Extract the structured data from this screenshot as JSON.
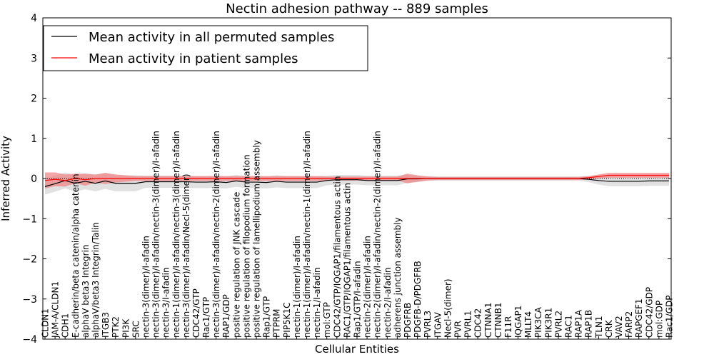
{
  "chart_data": {
    "type": "line",
    "title": "Nectin adhesion pathway -- 889 samples",
    "xlabel": "Cellular Entities",
    "ylabel": "Inferred Activity",
    "ylim": [
      -4,
      4
    ],
    "yticks": [
      -4,
      -3,
      -2,
      -1,
      0,
      1,
      2,
      3,
      4
    ],
    "grid": false,
    "legend_position": "top-left",
    "categories": [
      "CLDN1",
      "JAM-A/CLDN1",
      "CDH1",
      "E-cadherin/beta catenin/alpha catenin",
      "alphaV beta3 Integrin",
      "alphaV/beta3 Integrin/Talin",
      "ITGB3",
      "PTK2",
      "PI3K",
      "SRC",
      "nectin-3(dimer)/I-afadin",
      "nectin-3(dimer)/I-afadin/nectin-3(dimer)/I-afadin",
      "nectin-3/I-afadin",
      "nectin-1(dimer)/I-afadin/nectin-3(dimer)/I-afadin",
      "nectin-3(dimer)/I-afadin/Necl-5(dimer)",
      "CDC42/GTP",
      "Rac1/GTP",
      "nectin-3(dimer)/I-afadin/nectin-2(dimer)/I-afadin",
      "RAP1/GDP",
      "positive regulation of JNK cascade",
      "positive regulation of filopodium formation",
      "positive regulation of lamellipodium assembly",
      "Rap1/GTP",
      "PTPRM",
      "PIP5K1C",
      "nectin-1(dimer)/I-afadin",
      "nectin-1(dimer)/I-afadin/nectin-1(dimer)/I-afadin",
      "nectin-1/I-afadin",
      "mol:GTP",
      "CDC42/GTP/IQGAP1/filamentous actin",
      "RAC1/GTP/IQGAP1/filamentous actin",
      "Rap1/GTP/I-afadin",
      "nectin-2(dimer)/I-afadin",
      "nectin-2(dimer)/I-afadin/nectin-2(dimer)/I-afadin",
      "nectin-2/I-afadin",
      "adherens junction assembly",
      "PDGFRB",
      "PDGFB-D/PDGFRB",
      "PVRL3",
      "ITGAV",
      "Necl-5(dimer)",
      "PVR",
      "PVRL1",
      "CDC42",
      "CTNNA1",
      "CTNNB1",
      "F11R",
      "IQGAP1",
      "MLLT4",
      "PIK3CA",
      "PIK3R1",
      "PVRL2",
      "RAC1",
      "RAP1A",
      "RAP1B",
      "TLN1",
      "CRK",
      "VAV2",
      "FARP2",
      "RAPGEF1",
      "CDC42/GDP",
      "mol:GDP",
      "Rac1/GDP"
    ],
    "series": [
      {
        "name": "Mean activity in all permuted samples",
        "color": "#000000",
        "band_color": "#c8c8c8",
        "values": [
          -0.2,
          -0.13,
          -0.05,
          -0.12,
          -0.07,
          -0.12,
          -0.06,
          -0.12,
          -0.12,
          -0.12,
          -0.08,
          -0.08,
          -0.08,
          -0.08,
          -0.08,
          -0.09,
          -0.09,
          -0.08,
          -0.1,
          -0.06,
          -0.09,
          -0.09,
          -0.1,
          -0.07,
          -0.09,
          -0.09,
          -0.09,
          -0.09,
          -0.05,
          -0.03,
          -0.03,
          -0.03,
          -0.05,
          -0.05,
          -0.05,
          -0.05,
          -0.01,
          -0.01,
          0.0,
          0.0,
          0.0,
          0.0,
          0.0,
          0.0,
          0.0,
          0.0,
          0.0,
          0.0,
          0.0,
          0.0,
          0.0,
          0.0,
          0.0,
          0.0,
          -0.02,
          -0.05,
          -0.07,
          -0.07,
          -0.07,
          -0.07,
          -0.06,
          -0.06,
          -0.06
        ],
        "band_half_width": [
          0.2,
          0.2,
          0.2,
          0.2,
          0.2,
          0.2,
          0.2,
          0.2,
          0.2,
          0.2,
          0.15,
          0.15,
          0.15,
          0.15,
          0.15,
          0.15,
          0.15,
          0.15,
          0.15,
          0.15,
          0.15,
          0.15,
          0.15,
          0.15,
          0.15,
          0.15,
          0.15,
          0.15,
          0.12,
          0.12,
          0.12,
          0.12,
          0.12,
          0.12,
          0.12,
          0.12,
          0.1,
          0.08,
          0.06,
          0.05,
          0.05,
          0.05,
          0.05,
          0.05,
          0.05,
          0.05,
          0.05,
          0.05,
          0.05,
          0.05,
          0.05,
          0.05,
          0.05,
          0.05,
          0.07,
          0.1,
          0.12,
          0.12,
          0.12,
          0.12,
          0.12,
          0.12,
          0.12
        ]
      },
      {
        "name": "Mean activity in patient samples",
        "color": "#ff0000",
        "band_color": "#f08080",
        "values": [
          -0.05,
          -0.02,
          -0.05,
          0.0,
          -0.03,
          0.0,
          0.0,
          0.0,
          0.0,
          0.0,
          0.0,
          0.0,
          0.0,
          0.0,
          0.0,
          0.0,
          0.0,
          0.0,
          0.0,
          0.0,
          0.0,
          0.0,
          0.0,
          0.0,
          0.0,
          0.0,
          0.0,
          0.0,
          0.0,
          0.0,
          0.0,
          0.0,
          0.0,
          0.0,
          0.0,
          0.0,
          0.0,
          0.0,
          0.0,
          0.0,
          0.0,
          0.0,
          0.0,
          0.0,
          0.0,
          0.0,
          0.0,
          0.0,
          0.0,
          0.0,
          0.0,
          0.0,
          0.0,
          0.0,
          0.02,
          0.05,
          0.08,
          0.08,
          0.08,
          0.08,
          0.08,
          0.08,
          0.08
        ],
        "band_half_width": [
          0.2,
          0.17,
          0.15,
          0.12,
          0.15,
          0.1,
          0.14,
          0.1,
          0.08,
          0.06,
          0.06,
          0.06,
          0.06,
          0.06,
          0.06,
          0.06,
          0.06,
          0.06,
          0.06,
          0.06,
          0.06,
          0.06,
          0.06,
          0.06,
          0.06,
          0.06,
          0.06,
          0.06,
          0.05,
          0.05,
          0.05,
          0.05,
          0.05,
          0.05,
          0.05,
          0.05,
          0.12,
          0.08,
          0.05,
          0.04,
          0.04,
          0.04,
          0.04,
          0.04,
          0.04,
          0.04,
          0.04,
          0.04,
          0.04,
          0.04,
          0.04,
          0.04,
          0.04,
          0.04,
          0.04,
          0.05,
          0.06,
          0.06,
          0.06,
          0.06,
          0.06,
          0.06,
          0.06
        ]
      }
    ]
  }
}
